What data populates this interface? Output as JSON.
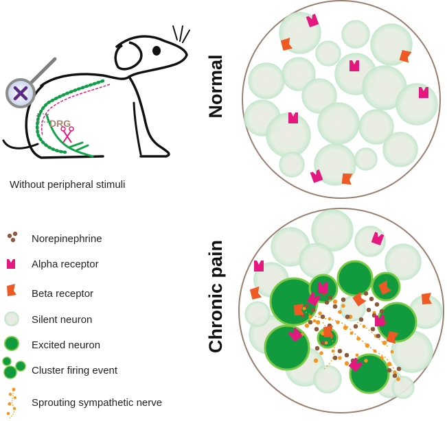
{
  "caption": "Without peripheral stimuli",
  "drg_label": "DRG",
  "panels": {
    "top_title": "Normal",
    "bottom_title": "Chronic pain"
  },
  "legend": [
    {
      "key": "norepinephrine",
      "label": "Norepinephrine"
    },
    {
      "key": "alpha",
      "label": "Alpha receptor"
    },
    {
      "key": "beta",
      "label": "Beta receptor"
    },
    {
      "key": "silent",
      "label": "Silent neuron"
    },
    {
      "key": "excited",
      "label": "Excited neuron"
    },
    {
      "key": "cluster",
      "label": "Cluster firing event"
    },
    {
      "key": "sprouting",
      "label": "Sprouting sympathetic nerve"
    }
  ],
  "colors": {
    "silent_fill": "#e6eee2",
    "silent_edge": "#bfe3c8",
    "excited_fill": "#129b3e",
    "excited_edge": "#7ac943",
    "alpha": "#e5187f",
    "beta": "#ef5a24",
    "norepinephrine": "#8b5a3c",
    "sprout": "#f7941d",
    "circle_border": "#9b7e6e",
    "drg_text": "#a78370"
  }
}
